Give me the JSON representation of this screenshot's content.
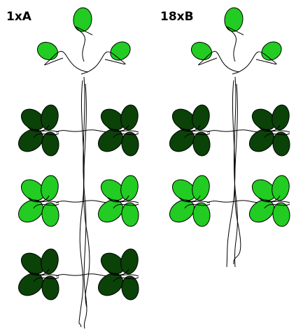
{
  "panels": [
    {
      "label": "1xA",
      "whorls": [
        "light",
        "light",
        "dark",
        "light",
        "dark"
      ]
    },
    {
      "label": "18xB",
      "whorls": [
        "light",
        "light",
        "dark",
        "light"
      ]
    }
  ],
  "colors": {
    "light": "#22cc22",
    "dark": "#0a4208",
    "outline": "#000000",
    "background": "#ffffff"
  }
}
